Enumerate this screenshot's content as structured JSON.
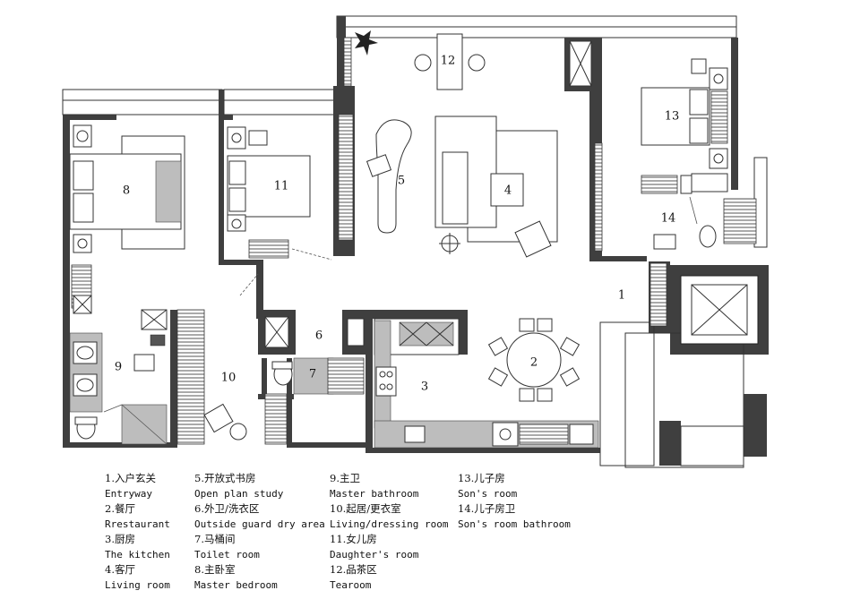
{
  "rooms": [
    {
      "num": "1",
      "zh": "1.入户玄关",
      "en": "Entryway"
    },
    {
      "num": "2",
      "zh": "2.餐厅",
      "en": "Rrestaurant"
    },
    {
      "num": "3",
      "zh": "3.厨房",
      "en": "The kitchen"
    },
    {
      "num": "4",
      "zh": "4.客厅",
      "en": "Living room"
    },
    {
      "num": "5",
      "zh": "5.开放式书房",
      "en": "Open plan study"
    },
    {
      "num": "6",
      "zh": "6.外卫/洗衣区",
      "en": "Outside guard dry area"
    },
    {
      "num": "7",
      "zh": "7.马桶间",
      "en": "Toilet room"
    },
    {
      "num": "8",
      "zh": "8.主卧室",
      "en": "Master bedroom"
    },
    {
      "num": "9",
      "zh": "9.主卫",
      "en": "Master bathroom"
    },
    {
      "num": "10",
      "zh": "10.起居/更衣室",
      "en": "Living/dressing room"
    },
    {
      "num": "11",
      "zh": "11.女儿房",
      "en": "Daughter's room"
    },
    {
      "num": "12",
      "zh": "12.品茶区",
      "en": "Tearoom"
    },
    {
      "num": "13",
      "zh": "13.儿子房",
      "en": "Son's room"
    },
    {
      "num": "14",
      "zh": "14.儿子房卫",
      "en": "Son's room bathroom"
    }
  ]
}
